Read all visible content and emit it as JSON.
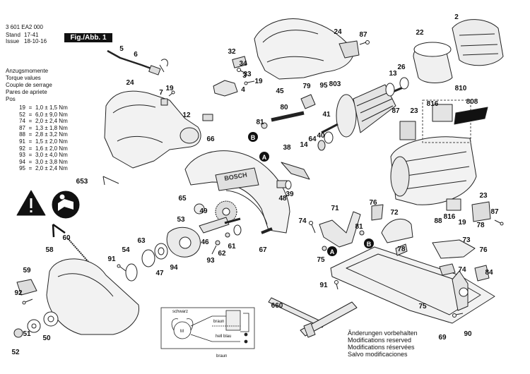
{
  "header": {
    "part_number": "3 601 EA2 000",
    "stand_label": "Stand",
    "stand_value": "17-41",
    "issue_label": "Issue",
    "issue_value": "18-10-16",
    "figure_label": "Fig./Abb. 1"
  },
  "torque": {
    "titles": [
      "Anzugsmomente",
      "Torque values",
      "Couple de serrage",
      "Pares de apriete",
      "Pos"
    ],
    "rows": [
      {
        "pos": "19",
        "eq": "=",
        "value": "1,0 ± 1,5 Nm"
      },
      {
        "pos": "52",
        "eq": "=",
        "value": "6,0 ± 9,0 Nm"
      },
      {
        "pos": "74",
        "eq": "=",
        "value": "2,0 ± 2,4 Nm"
      },
      {
        "pos": "87",
        "eq": "=",
        "value": "1,3 ± 1,8 Nm"
      },
      {
        "pos": "88",
        "eq": "=",
        "value": "2,8 ± 3,2 Nm"
      },
      {
        "pos": "91",
        "eq": "=",
        "value": "1,5 ± 2,0 Nm"
      },
      {
        "pos": "92",
        "eq": "=",
        "value": "1,6 ± 2,0 Nm"
      },
      {
        "pos": "93",
        "eq": "=",
        "value": "3,0 ± 4,0 Nm"
      },
      {
        "pos": "94",
        "eq": "=",
        "value": "3,0 ± 3,8 Nm"
      },
      {
        "pos": "95",
        "eq": "=",
        "value": "2,0 ± 2,4 Nm"
      }
    ]
  },
  "part_labels": [
    "2",
    "3",
    "4",
    "5",
    "6",
    "7",
    "12",
    "13",
    "14",
    "19",
    "22",
    "23",
    "24",
    "26",
    "32",
    "33",
    "34",
    "38",
    "39",
    "40",
    "41",
    "45",
    "46",
    "47",
    "48",
    "49",
    "50",
    "51",
    "52",
    "53",
    "54",
    "58",
    "59",
    "60",
    "61",
    "62",
    "63",
    "64",
    "65",
    "66",
    "67",
    "69",
    "71",
    "72",
    "73",
    "74",
    "75",
    "76",
    "78",
    "79",
    "80",
    "81",
    "84",
    "87",
    "88",
    "90",
    "91",
    "92",
    "93",
    "94",
    "95",
    "653",
    "660",
    "803",
    "808",
    "810",
    "816"
  ],
  "marker_letters": [
    "A",
    "B"
  ],
  "wiring": {
    "labels": [
      "schwarz",
      "braun",
      "hell blau",
      "braun"
    ],
    "motor_letter": "M"
  },
  "notes": [
    "Änderungen vorbehalten",
    "Modifications reserved",
    "Modifications réservées",
    "Salvo modificaciones"
  ],
  "colors": {
    "line": "#222222",
    "fill": "#f2f2f2",
    "marker": "#111111"
  }
}
